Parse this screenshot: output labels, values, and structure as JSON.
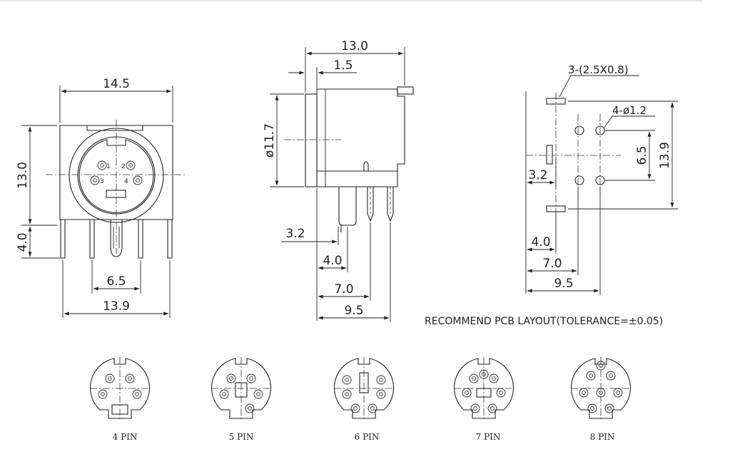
{
  "front_view": {
    "dims": {
      "top_width": "14.5",
      "height": "13.0",
      "pin_length": "4.0",
      "pin_spacing": "6.5",
      "bottom_width": "13.9"
    },
    "pin_numbers": [
      "1",
      "2",
      "3",
      "4"
    ]
  },
  "side_view": {
    "dims": {
      "overall_length": "13.0",
      "flange": "1.5",
      "diameter": "ø11.7",
      "d1": "3.2",
      "d2": "4.0",
      "d3": "7.0",
      "d4": "9.5"
    }
  },
  "pcb_layout": {
    "dims": {
      "slots": "3-(2.5X0.8)",
      "holes": "4-ø1.2",
      "h1": "6.5",
      "h2": "13.9",
      "d1": "3.2",
      "d2": "4.0",
      "d3": "7.0",
      "d4": "9.5"
    },
    "caption": "RECOMMEND PCB LAYOUT(TOLERANCE=±0.05)"
  },
  "pin_variants": [
    "4 PIN",
    "5 PIN",
    "6 PIN",
    "7 PIN",
    "8 PIN"
  ]
}
